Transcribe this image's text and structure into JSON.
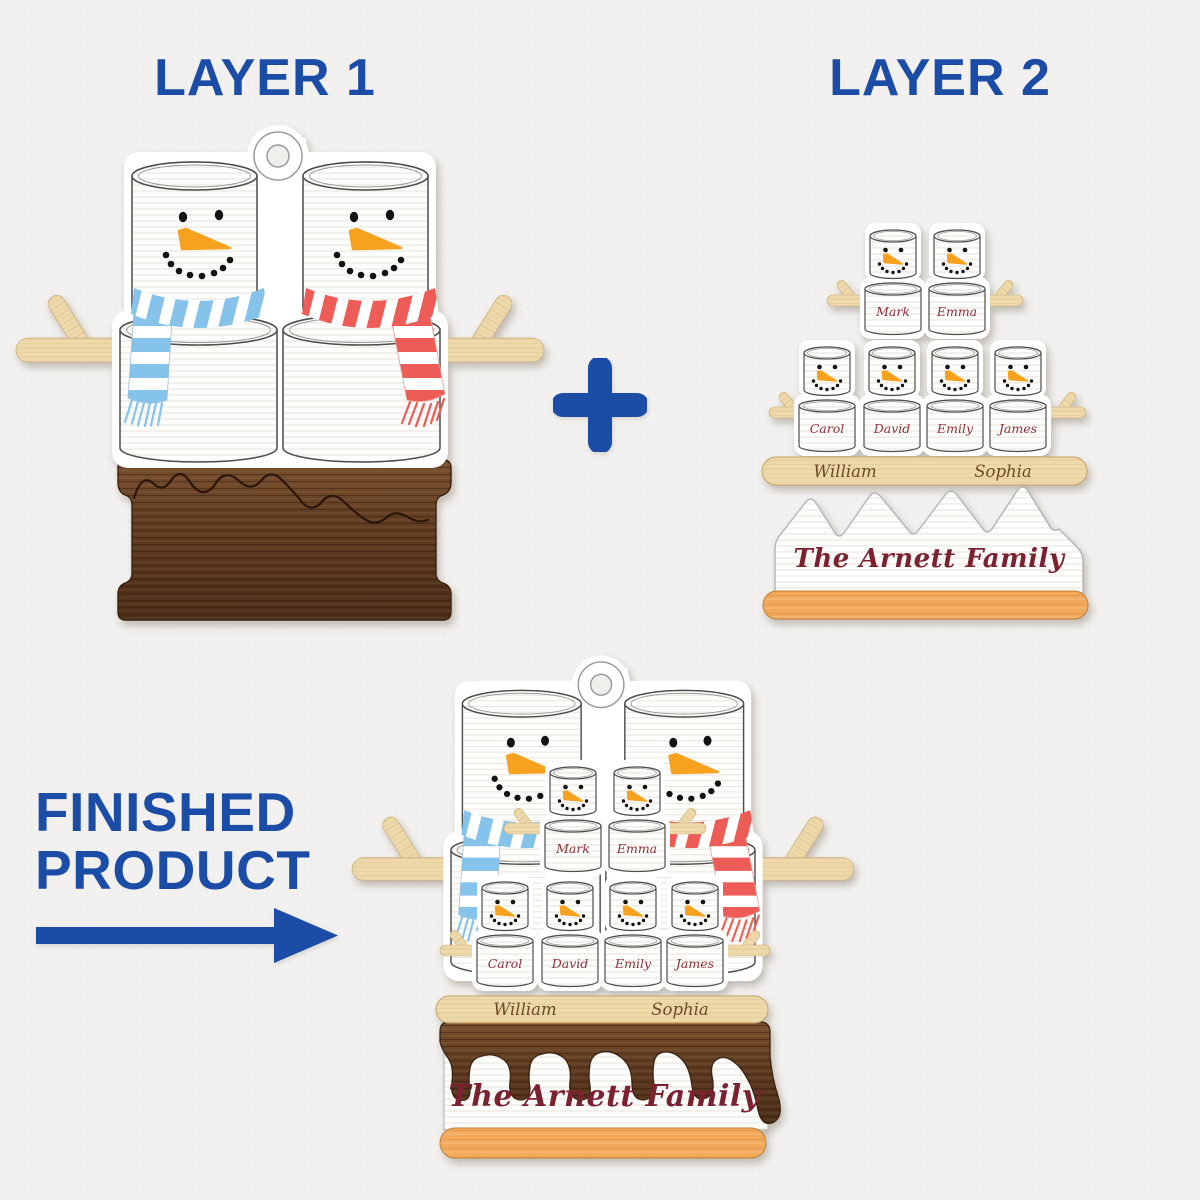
{
  "titles": {
    "layer1": "LAYER 1",
    "layer2": "LAYER 2",
    "finished_line1": "FINISHED",
    "finished_line2": "PRODUCT"
  },
  "icons": {
    "plus": "plus-icon",
    "arrow": "arrow-right-icon"
  },
  "ornament": {
    "family_name": "The Arnett Family",
    "parent_names": [
      "William",
      "Sophia"
    ],
    "kid_top_names": [
      "Mark",
      "Emma"
    ],
    "kid_row_names": [
      "Carol",
      "David",
      "Emily",
      "James"
    ]
  },
  "colors": {
    "accent_blue": "#1c4da6",
    "scarf_blue": "#85c3ea",
    "scarf_red": "#ee5c57",
    "carrot_orange": "#f6a21f",
    "kid_name_red": "#8e2f38",
    "family_name_red": "#7b2130",
    "plank_name_brown": "#6d4a26",
    "chocolate_brown": "#5e3a20",
    "light_wood": "#eed9ab",
    "orange_wood": "#f2a95c",
    "paper": "#f2f1ef"
  }
}
